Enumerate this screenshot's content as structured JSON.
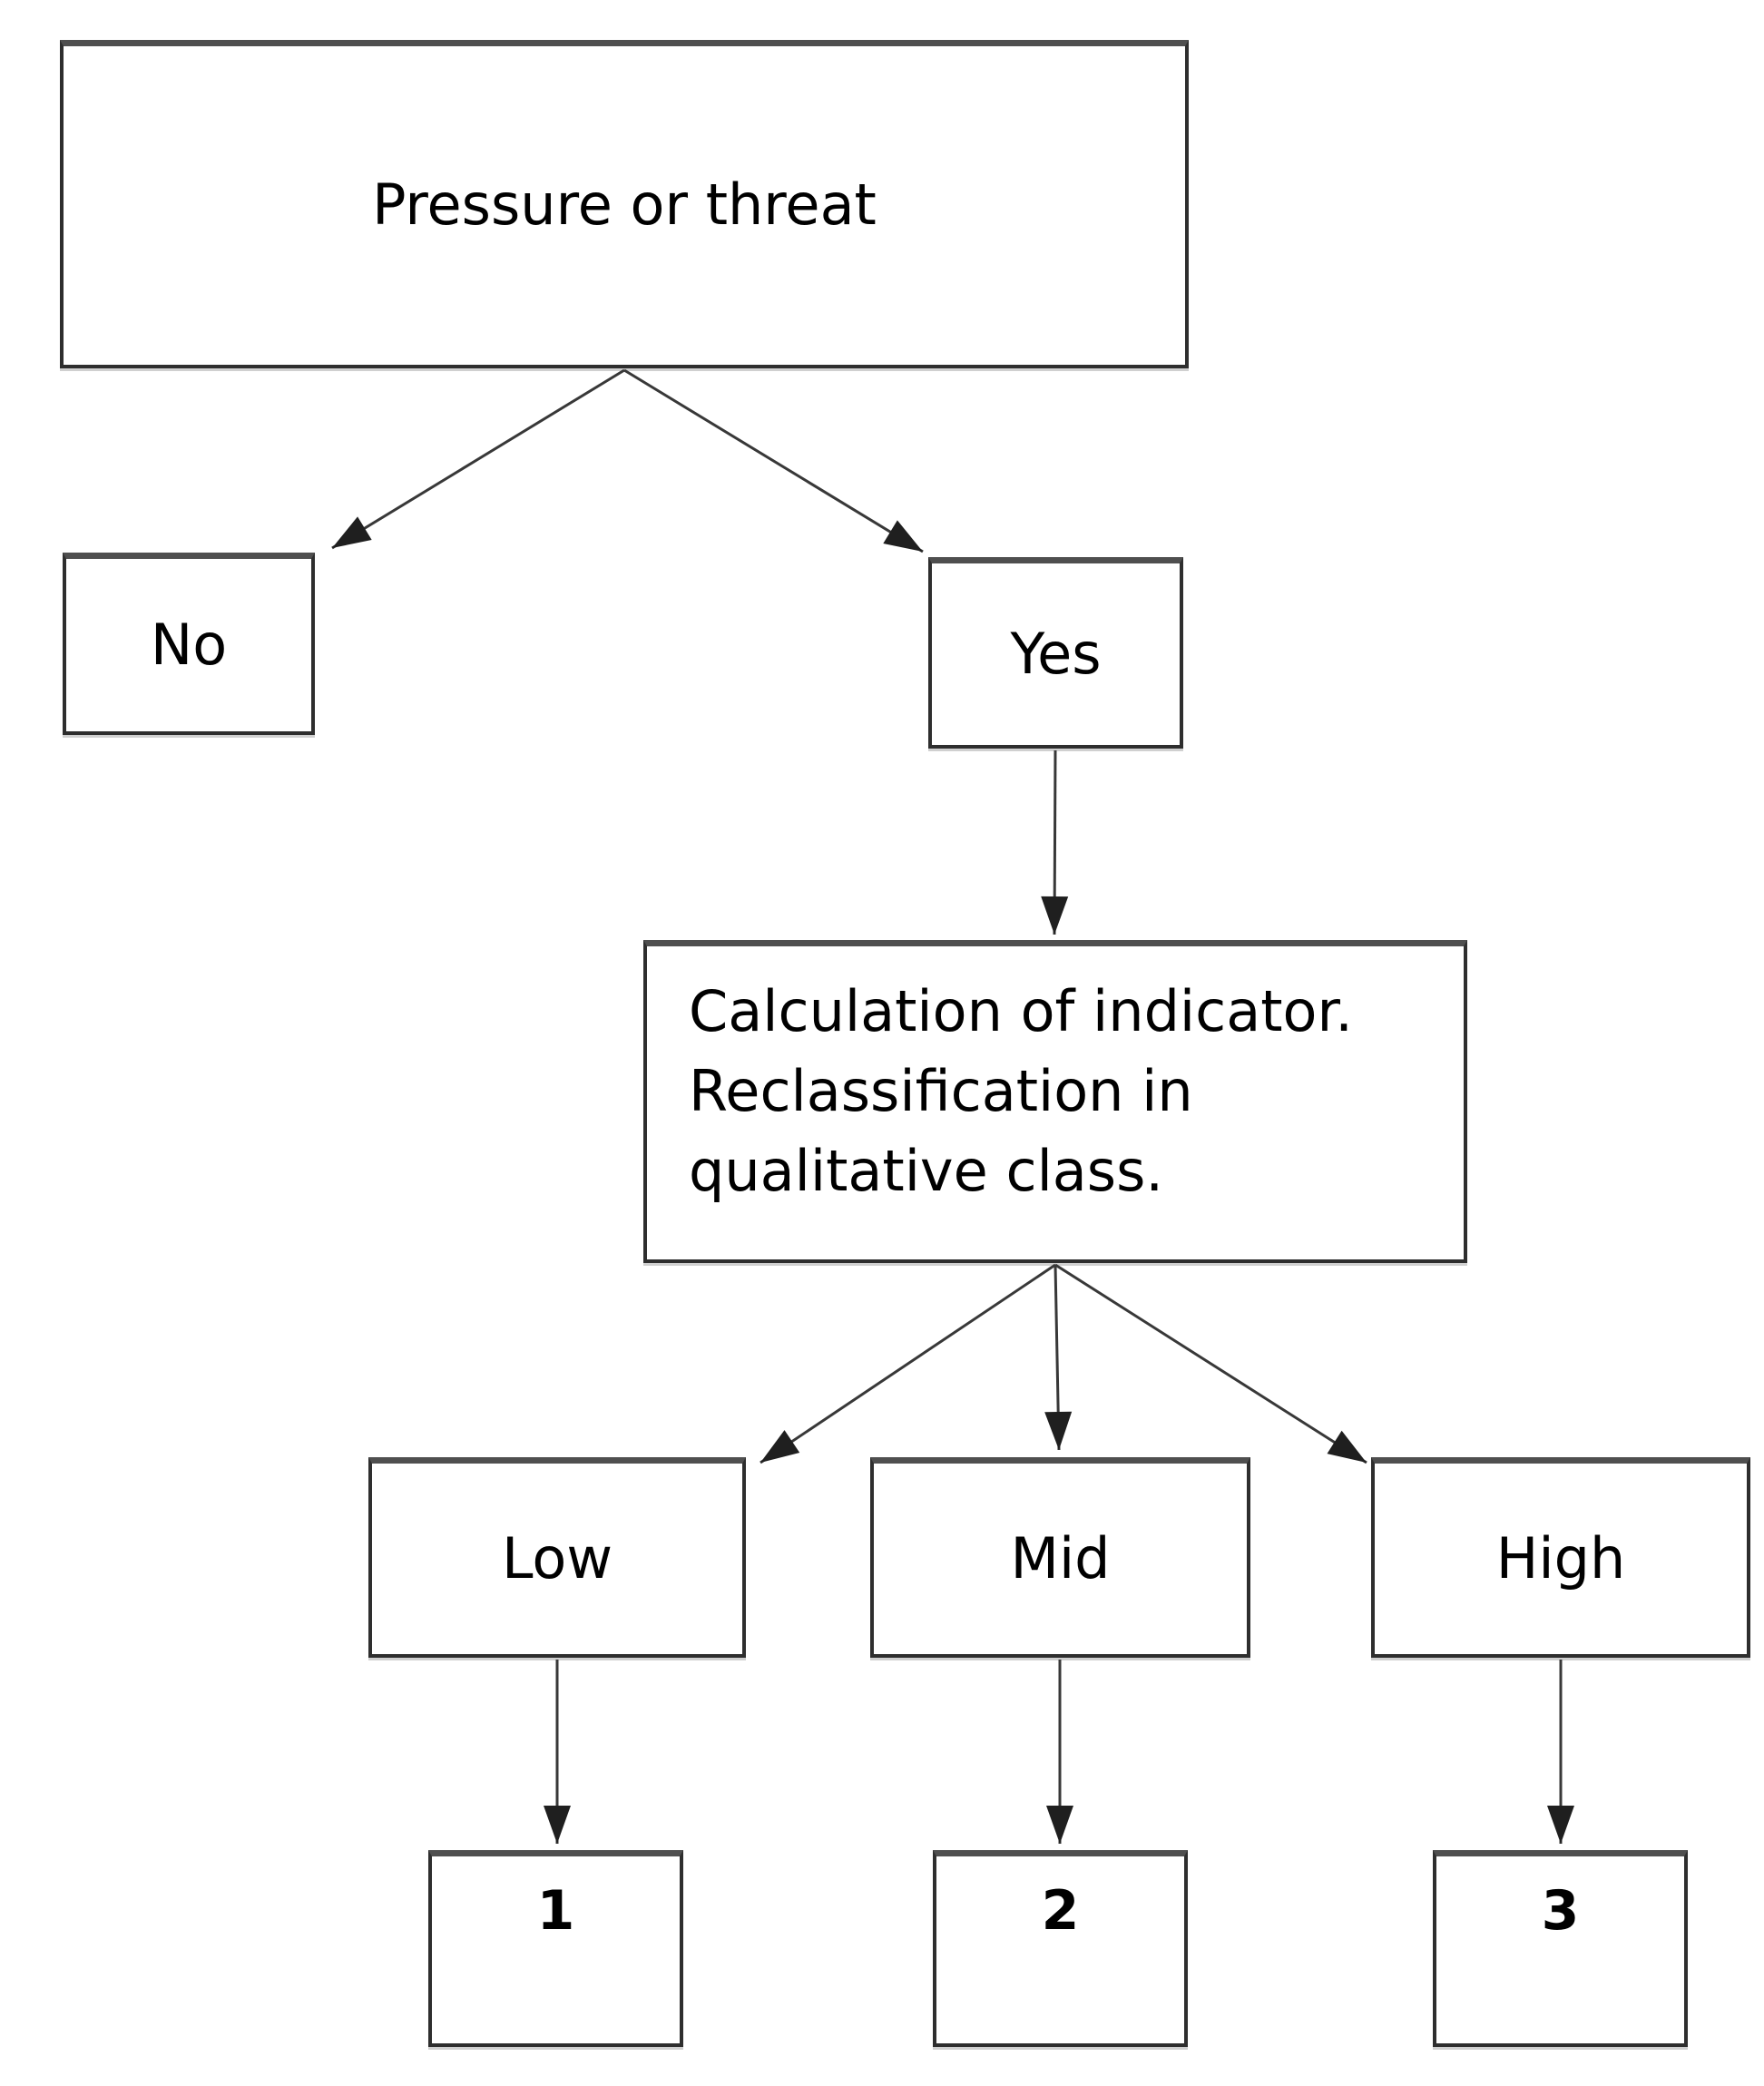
{
  "diagram": {
    "nodes": {
      "pressure": {
        "label": "Pressure or threat"
      },
      "no": {
        "label": "No"
      },
      "yes": {
        "label": "Yes"
      },
      "calc": {
        "label": "Calculation of indicator.\nReclassification in\nqualitative class."
      },
      "low": {
        "label": "Low"
      },
      "mid": {
        "label": "Mid"
      },
      "high": {
        "label": "High"
      },
      "result1": {
        "label": "1"
      },
      "result2": {
        "label": "2"
      },
      "result3": {
        "label": "3"
      }
    },
    "colors": {
      "background": "#ffffff",
      "box_border": "#2e2e2e",
      "arrow_line": "#383838",
      "text": "#000000"
    }
  }
}
